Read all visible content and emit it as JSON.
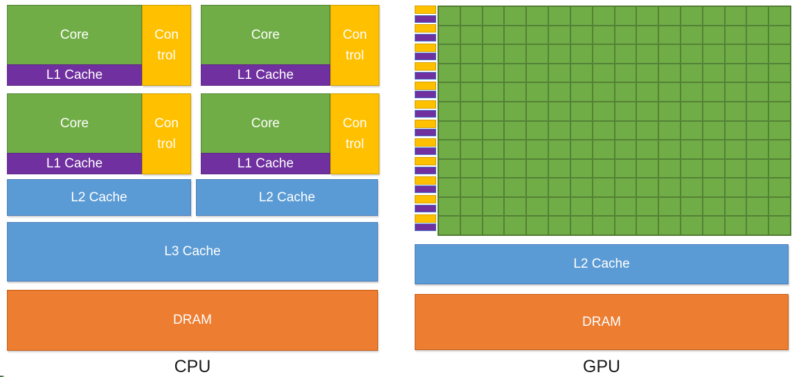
{
  "diagram": {
    "cpu": {
      "label": "CPU",
      "core_label": "Core",
      "control_lines": [
        "Con",
        "trol"
      ],
      "l1_label": "L1 Cache",
      "l2_label": "L2 Cache",
      "l3_label": "L3 Cache",
      "dram_label": "DRAM",
      "core_block_count": 4
    },
    "gpu": {
      "label": "GPU",
      "l2_label": "L2 Cache",
      "dram_label": "DRAM",
      "sm_rows": 12,
      "cores_per_row": 16
    },
    "colors": {
      "core_green": "#70AD47",
      "grid_line_green": "#538135",
      "control_yellow": "#FFC000",
      "l1_purple": "#7030A0",
      "cache_blue": "#5B9BD5",
      "dram_orange": "#ED7D31"
    }
  }
}
